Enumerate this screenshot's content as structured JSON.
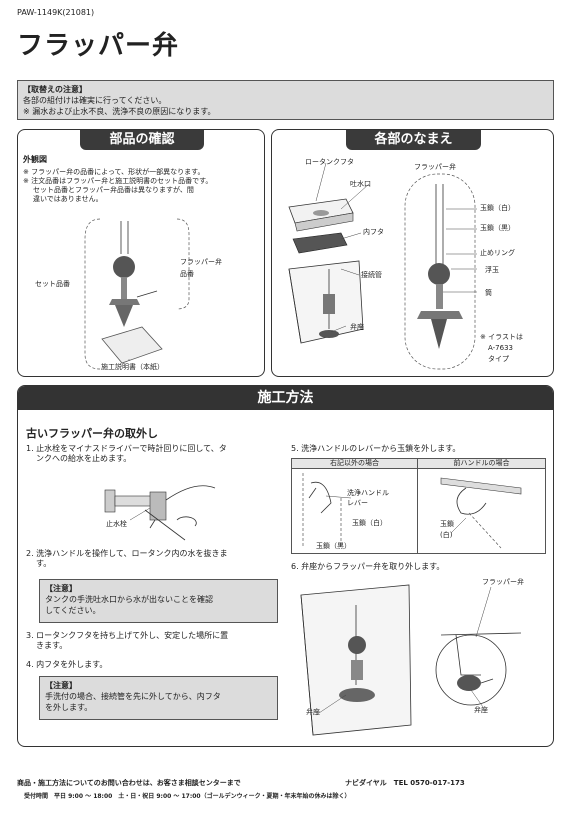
{
  "header": {
    "code": "PAW-1149K(21081)",
    "title": "フラッパー弁"
  },
  "caution_top": {
    "heading": "【取替えの注意】",
    "line1": "各部の組付けは確実に行ってください。",
    "line2": "※ 漏水および止水不良、洗浄不良の原因になります。"
  },
  "parts_check": {
    "title": "部品の確認",
    "subtitle": "外観図",
    "note1": "※ フラッパー弁の品番によって、形状が一部異なります。",
    "note2a": "※ 注文品番はフラッパー弁と施工説明書のセット品番です。",
    "note2b": "セット品番とフラッパー弁品番は異なりますが、間",
    "note2c": "違いではありません。",
    "label_flapper": "フラッパー弁",
    "label_hinban": "品番",
    "label_set": "セット品番",
    "label_manual": "施工説明書（本紙）"
  },
  "part_names": {
    "title": "各部のなまえ",
    "low_tank_lid": "ロータンクフタ",
    "spout": "吐水口",
    "inner_lid": "内フタ",
    "connector": "接続管",
    "valve_seat": "弁座",
    "flapper": "フラッパー弁",
    "chain_white": "玉鎖（白）",
    "chain_black": "玉鎖（黒）",
    "stop_ring": "止めリング",
    "float": "浮玉",
    "rod": "筒",
    "illus_note1": "※ イラストは",
    "illus_note2": "A-7633",
    "illus_note3": "タイプ"
  },
  "procedure": {
    "title": "施工方法",
    "subtitle": "古いフラッパー弁の取外し",
    "step1a": "1. 止水栓をマイナスドライバーで時計回りに回して、タ",
    "step1b": "ンクへの給水を止めます。",
    "step1_label": "止水栓",
    "step2a": "2. 洗浄ハンドルを操作して、ロータンク内の水を抜きま",
    "step2b": "す。",
    "note2_head": "【注意】",
    "note2_l1": "タンクの手洗吐水口から水が出ないことを確認",
    "note2_l2": "してください。",
    "step3a": "3. ロータンクフタを持ち上げて外し、安定した場所に置",
    "step3b": "きます。",
    "step4": "4. 内フタを外します。",
    "note4_head": "【注意】",
    "note4_l1": "手洗付の場合、接続管を先に外してから、内フタ",
    "note4_l2": "を外します。",
    "step5": "5. 洗浄ハンドルのレバーから玉鎖を外します。",
    "case_left": "右記以外の場合",
    "case_right": "前ハンドルの場合",
    "lbl_handle_lever1": "洗浄ハンドル",
    "lbl_handle_lever2": "レバー",
    "lbl_chain_white": "玉鎖（白）",
    "lbl_chain_black": "玉鎖（黒）",
    "lbl_chain1": "玉鎖",
    "lbl_chain2": "(白)",
    "step6": "6. 弁座からフラッパー弁を取り外します。",
    "lbl_flapper": "フラッパー弁",
    "lbl_seat_left": "弁座",
    "lbl_seat_right": "弁座"
  },
  "footer": {
    "inquiry": "商品・施工方法についてのお問い合わせは、お客さま相談センターまで",
    "navi": "ナビダイヤル　TEL 0570-017-173",
    "hours": "受付時間　平日 9:00 ～ 18:00　土・日・祝日 9:00 ～ 17:00（ゴールデンウィーク・夏期・年末年始の休みは除く）"
  }
}
